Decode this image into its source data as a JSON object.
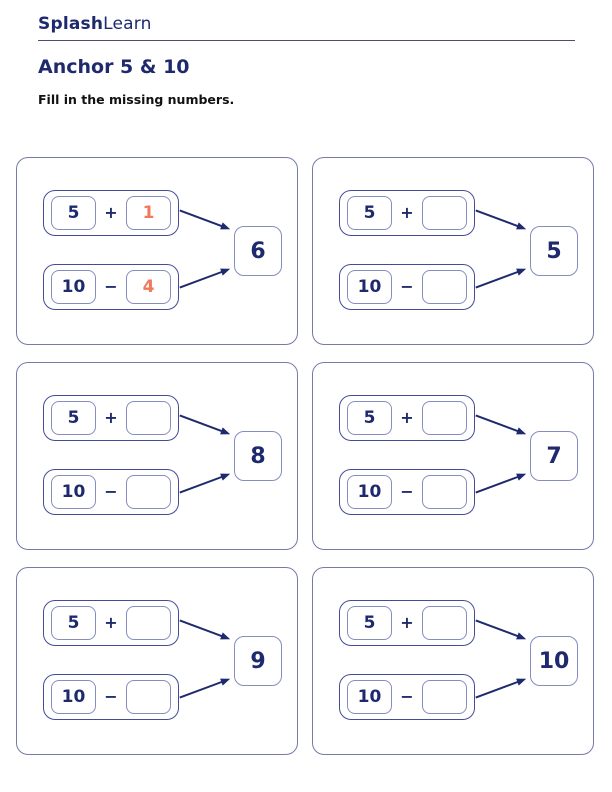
{
  "header": {
    "logo_bold": "Splash",
    "logo_light": "Learn",
    "title": "Anchor 5 & 10",
    "instruction": "Fill in the missing numbers."
  },
  "operators": {
    "plus": "+",
    "minus": "−"
  },
  "colors": {
    "navy": "#1e2a6d",
    "answer_orange": "#ee7a59",
    "card_border": "#757aa6",
    "pill_border": "#434d97",
    "box_border": "#868dbf",
    "header_rule": "#4a4e74"
  },
  "cards": [
    {
      "add_left": "5",
      "add_answer": "1",
      "sub_left": "10",
      "sub_answer": "4",
      "result": "6"
    },
    {
      "add_left": "5",
      "add_answer": "",
      "sub_left": "10",
      "sub_answer": "",
      "result": "5"
    },
    {
      "add_left": "5",
      "add_answer": "",
      "sub_left": "10",
      "sub_answer": "",
      "result": "8"
    },
    {
      "add_left": "5",
      "add_answer": "",
      "sub_left": "10",
      "sub_answer": "",
      "result": "7"
    },
    {
      "add_left": "5",
      "add_answer": "",
      "sub_left": "10",
      "sub_answer": "",
      "result": "9"
    },
    {
      "add_left": "5",
      "add_answer": "",
      "sub_left": "10",
      "sub_answer": "",
      "result": "10"
    }
  ]
}
